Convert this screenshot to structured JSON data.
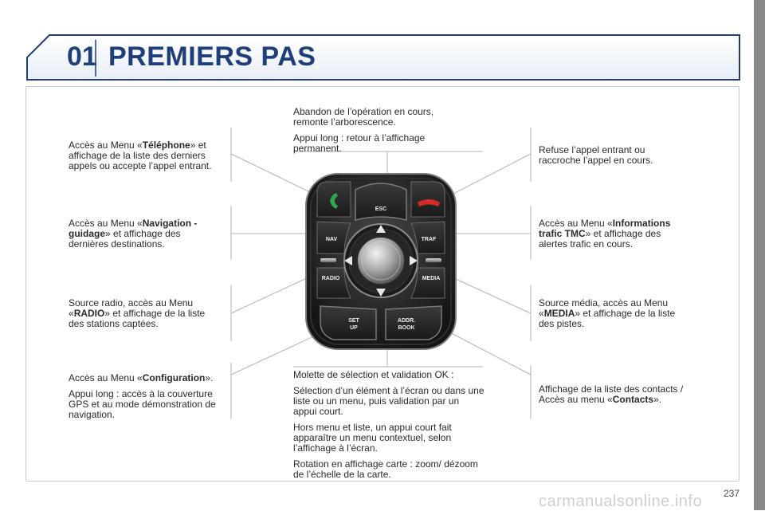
{
  "header": {
    "chapter_number": "01",
    "chapter_title": "PREMIERS PAS"
  },
  "descriptions": {
    "phone": {
      "before": "Accès au Menu «",
      "bold": "Téléphone",
      "after": "» et affichage de la liste des derniers appels ou accepte l’appel entrant."
    },
    "nav": {
      "before": "Accès au Menu «",
      "bold": "Navigation - guidage",
      "after": "» et affichage des dernières destinations."
    },
    "radio": {
      "before": "Source radio, accès au Menu «",
      "bold": "RADIO",
      "after": "» et affichage de la liste des stations captées."
    },
    "setup": {
      "line1_before": "Accès au Menu «",
      "line1_bold": "Configuration",
      "line1_after": "».",
      "line2": "Appui long : accès à la couverture GPS et au mode démonstration de navigation."
    },
    "esc": {
      "line1": "Abandon de l’opération en cours, remonte l’arborescence.",
      "line2": "Appui long : retour à l’affichage permanent."
    },
    "hangup": {
      "text": "Refuse l’appel entrant ou raccroche l’appel en cours."
    },
    "traffic": {
      "before": "Accès au Menu «",
      "bold": "Informations trafic TMC",
      "after": "» et affichage des alertes trafic en cours."
    },
    "media": {
      "before": "Source média, accès au Menu «",
      "bold": "MEDIA",
      "after": "» et affichage de la liste des pistes."
    },
    "contacts": {
      "before": "Affichage de la liste des contacts / Accès au menu «",
      "bold": "Contacts",
      "after": "»."
    },
    "knob": {
      "p1": "Molette de sélection et validation OK :",
      "p2": "Sélection d’un élément à l’écran ou dans une liste ou un menu, puis validation par un appui court.",
      "p3": "Hors menu et liste, un appui court fait apparaître un menu contextuel, selon l’affichage à l’écran.",
      "p4": "Rotation en affichage carte : zoom/ dézoom de l’échelle de la carte."
    }
  },
  "controller": {
    "esc_label": "ESC",
    "nav_label": "NAV",
    "traffic_label": "TRAF",
    "radio_label": "RADIO",
    "media_label": "MEDIA",
    "setup_line1": "SET",
    "setup_line2": "UP",
    "addr_line1": "ADDR.",
    "addr_line2": "BOOK"
  },
  "colors": {
    "title_blue": "#1f3f7a",
    "phone_green": "#2fa84f",
    "hangup_red": "#d62b2b"
  },
  "icons": [
    "phone-icon",
    "hangup-icon",
    "arrow-up-icon",
    "arrow-down-icon",
    "arrow-left-icon",
    "arrow-right-icon"
  ],
  "footer": {
    "page_number": "237",
    "watermark": "carmanualsonline.info"
  }
}
